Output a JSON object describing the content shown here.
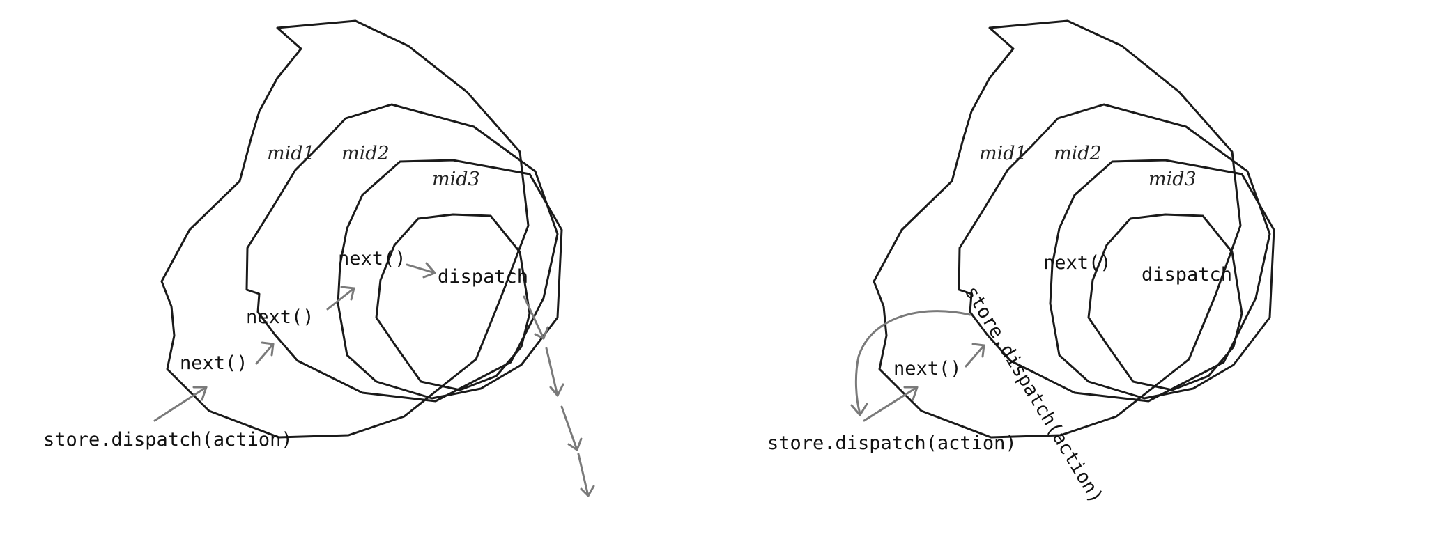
{
  "diagrams": [
    {
      "id": "left",
      "layers": {
        "outer": "mid1",
        "middle": "mid2",
        "inner": "mid3"
      },
      "labels": {
        "entry": "store.dispatch(action)",
        "next_outer": "next()",
        "next_middle": "next()",
        "next_inner": "next()",
        "core": "dispatch"
      }
    },
    {
      "id": "right",
      "layers": {
        "outer": "mid1",
        "middle": "mid2",
        "inner": "mid3"
      },
      "labels": {
        "entry": "store.dispatch(action)",
        "next_outer": "next()",
        "next_inner": "next()",
        "core": "dispatch",
        "redispatch": "store.dispatch(action)"
      }
    }
  ],
  "colors": {
    "ring": "#1a1a1a",
    "arrow": "#7a7a7a",
    "text": "#111111"
  }
}
